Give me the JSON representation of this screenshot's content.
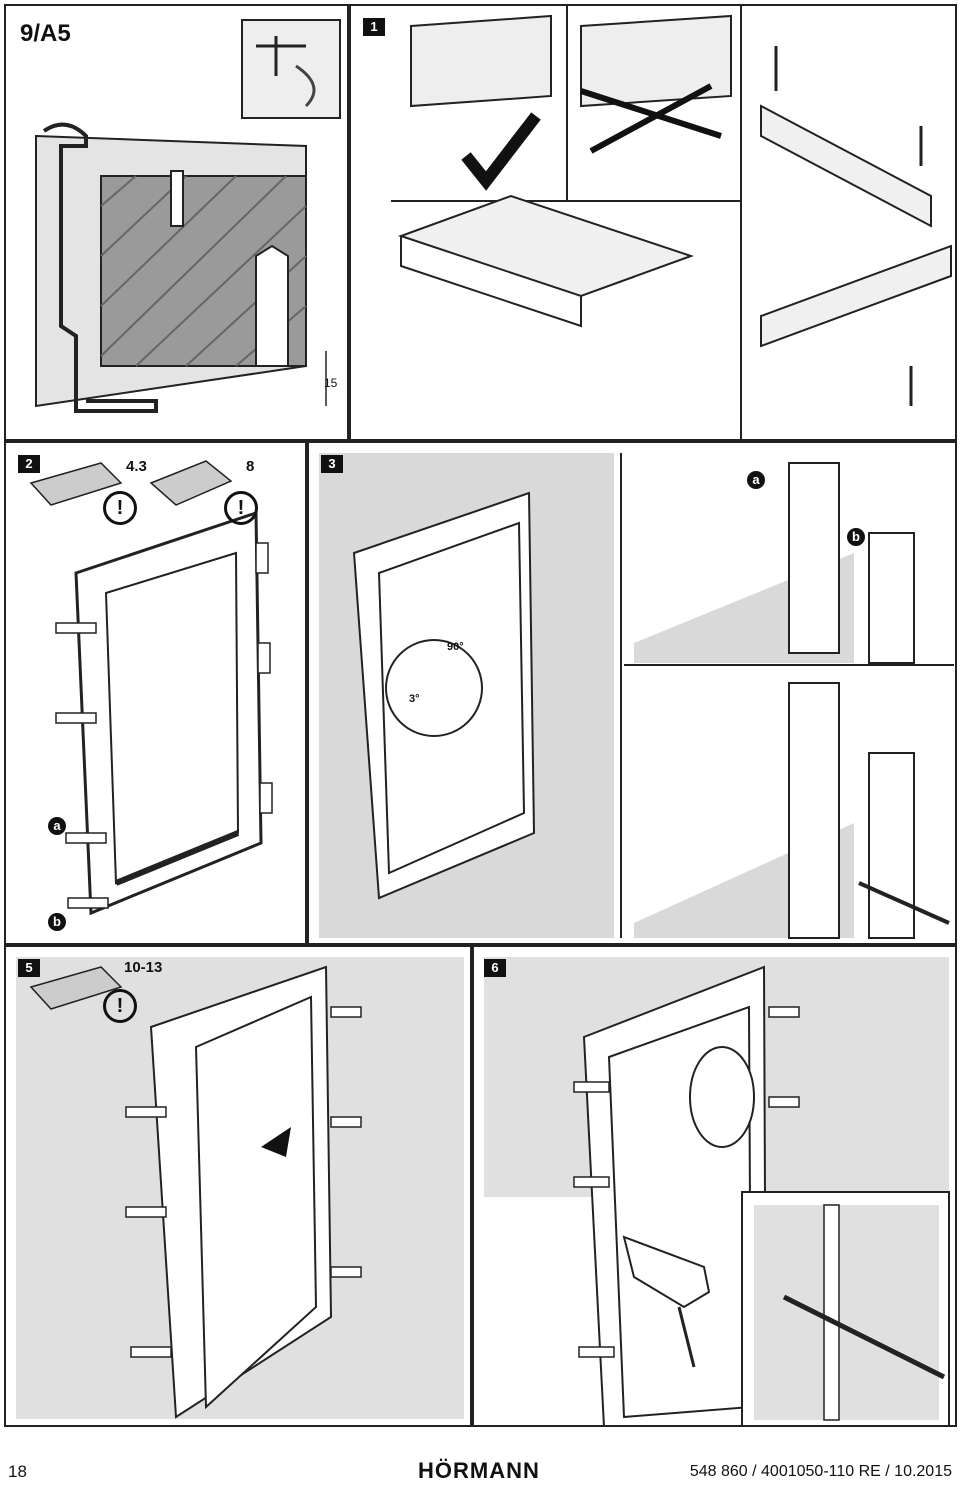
{
  "page": {
    "doc_code": "9/A5",
    "page_number": "18",
    "brand": "HÖRMANN",
    "reference": "548 860 / 4001050-110 RE / 10.2015"
  },
  "steps": {
    "s1": "1",
    "s2": "2",
    "s3": "3",
    "s5": "5",
    "s6": "6"
  },
  "labels": {
    "dim_15": "15",
    "screw_43": "4.3",
    "screw_8": "8",
    "screw_1013": "10-13",
    "callout_a": "a",
    "callout_b": "b",
    "callout_a_step3": "a",
    "callout_b_step3": "b",
    "angle_90": "90°",
    "angle_3": "3°",
    "warning": "!"
  },
  "colors": {
    "line": "#222222",
    "grey_panel": "#d9d9d9",
    "wall_hatch": "#8a8a8a",
    "dark": "#111111"
  },
  "icons": [
    "warning-icon",
    "checkmark-icon",
    "cross-icon",
    "arrow-icon",
    "screw-icon",
    "drill-icon"
  ]
}
